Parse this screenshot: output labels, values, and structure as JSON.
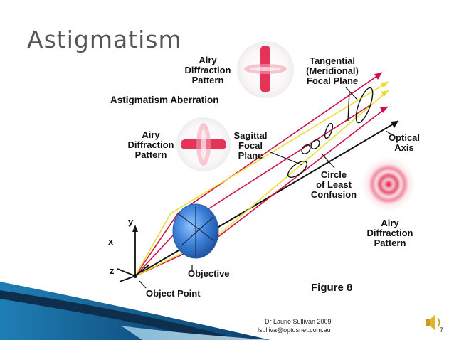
{
  "slide": {
    "title": "Astigmatism",
    "page_number": "7"
  },
  "figure": {
    "heading": "Astigmatism Aberration",
    "caption": "Figure 8",
    "labels": {
      "airy_top": "Airy\nDiffraction\nPattern",
      "airy_left": "Airy\nDiffraction\nPattern",
      "airy_right": "Airy\nDiffraction\nPattern",
      "tangential": "Tangential\n(Meridional)\nFocal Plane",
      "sagittal": "Sagittal\nFocal\nPlane",
      "optical_axis": "Optical\nAxis",
      "circle_least_confusion": "Circle\nof Least\nConfusion",
      "objective": "Objective",
      "object_point": "Object Point",
      "axis_y": "y",
      "axis_x": "x",
      "axis_z": "z"
    },
    "colors": {
      "ray_red": "#d0104a",
      "ray_yellow": "#e8e030",
      "lens_blue": "#3b7fd6",
      "axis_black": "#111111"
    }
  },
  "footer": {
    "author": "Dr Laurie Sullivan 2009",
    "email": "lsulliva@optusnet.com.au"
  },
  "icons": {
    "speaker": "speaker-icon"
  }
}
